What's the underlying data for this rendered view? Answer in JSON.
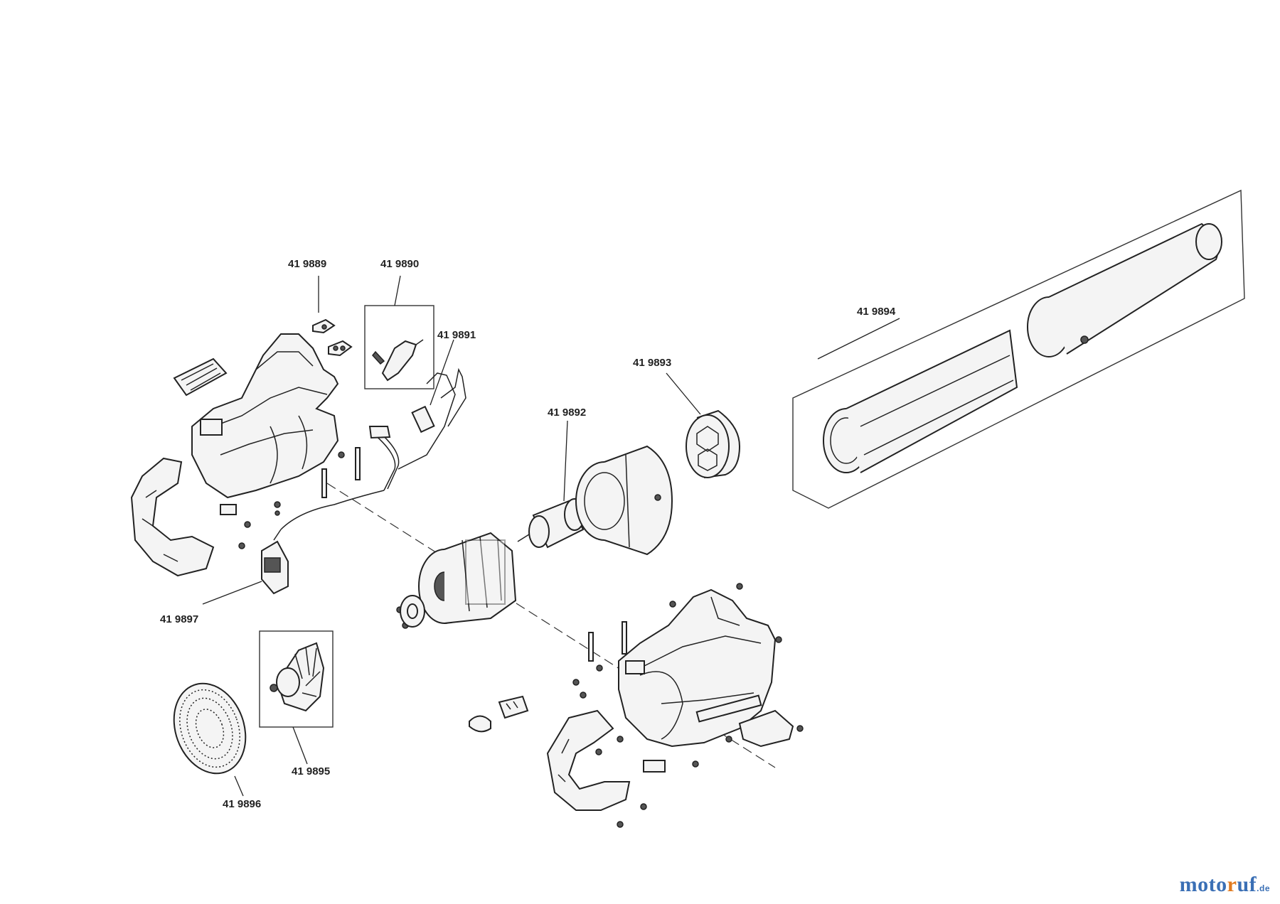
{
  "labels": {
    "p419889": "41 9889",
    "p419890": "41 9890",
    "p419891": "41 9891",
    "p419892": "41 9892",
    "p419893": "41 9893",
    "p419894": "41 9894",
    "p419895": "41 9895",
    "p419896": "41 9896",
    "p419897": "41 9897"
  },
  "brand": {
    "part1": "moto",
    "part2": "r",
    "part3": "uf",
    "tld": ".de"
  },
  "colors": {
    "brand_blue": "#3a6fb5",
    "brand_orange": "#e07a1f"
  }
}
